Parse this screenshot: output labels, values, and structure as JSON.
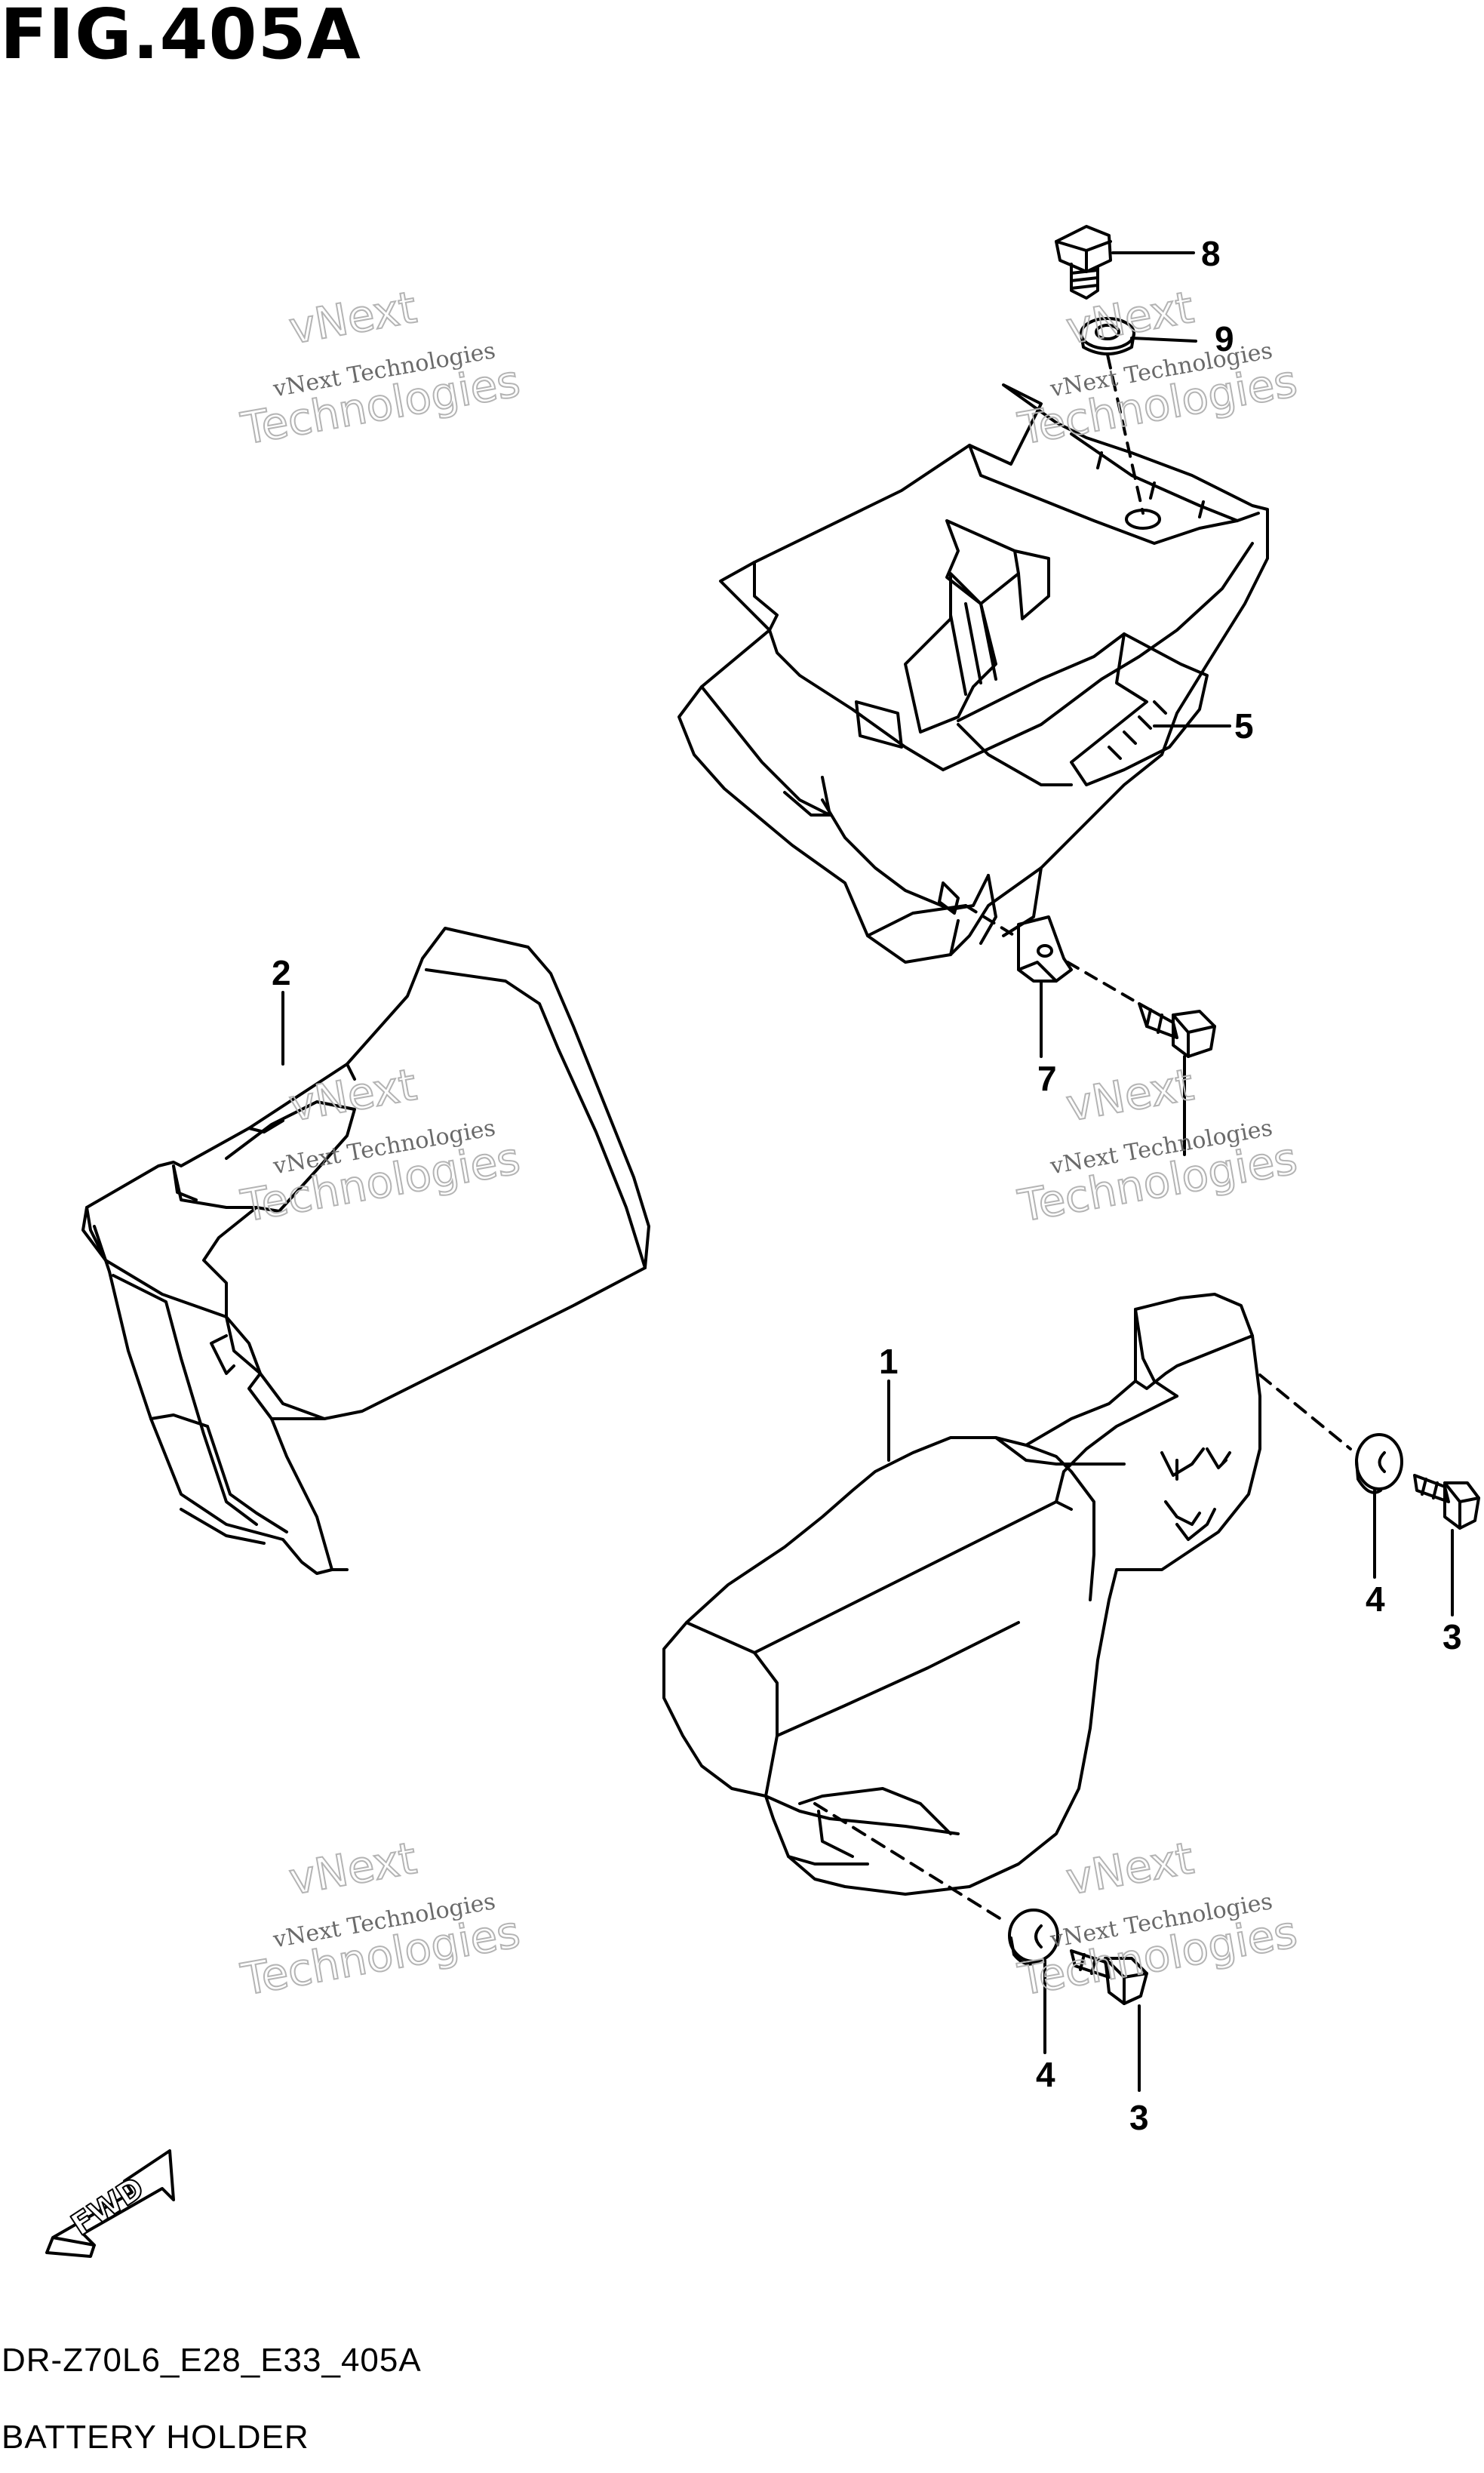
{
  "figure": {
    "title": "FIG.405A",
    "code": "DR-Z70L6_E28_E33_405A",
    "caption": "BATTERY HOLDER"
  },
  "callouts": [
    {
      "id": "1",
      "label": "1"
    },
    {
      "id": "2",
      "label": "2"
    },
    {
      "id": "3a",
      "label": "3"
    },
    {
      "id": "3b",
      "label": "3"
    },
    {
      "id": "4a",
      "label": "4"
    },
    {
      "id": "4b",
      "label": "4"
    },
    {
      "id": "5",
      "label": "5"
    },
    {
      "id": "7",
      "label": "7"
    },
    {
      "id": "8",
      "label": "8"
    },
    {
      "id": "9",
      "label": "9"
    }
  ],
  "watermark": {
    "line1": "vNext Technologies",
    "line2": "vNext",
    "line3": "Technologies"
  },
  "fwd_label": "FWD",
  "colors": {
    "line": "#000000",
    "watermark": "#b4b4b4",
    "background": "#ffffff"
  }
}
